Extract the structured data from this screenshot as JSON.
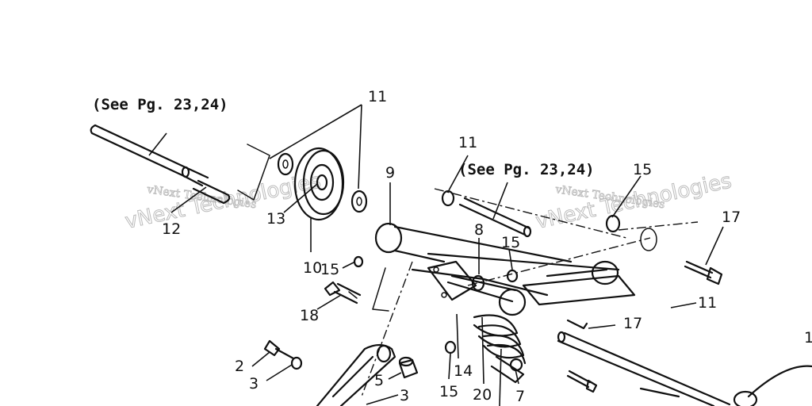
{
  "references": [
    "(See Pg. 23,24)",
    "(See Pg. 23,24)"
  ],
  "callouts": [
    "11",
    "12",
    "13",
    "10",
    "9",
    "11",
    "15",
    "8",
    "15",
    "17",
    "15",
    "18",
    "11",
    "17",
    "2",
    "3",
    "5",
    "3",
    "14",
    "15",
    "20",
    "7",
    "1"
  ],
  "watermark": {
    "line1": "vNext Technologies",
    "line2": "vNext Technologies"
  }
}
